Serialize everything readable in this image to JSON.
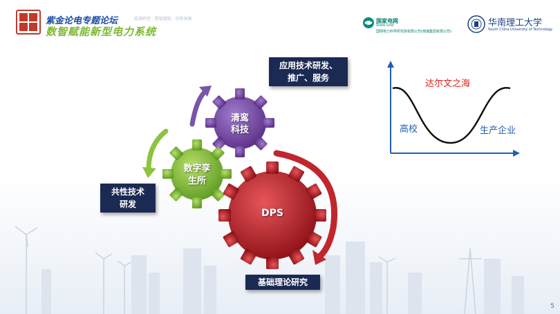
{
  "header": {
    "title_line1": "紫金论电专题论坛",
    "title_line1_sub": "能源转型 · 数智赋能 · 创新发展",
    "title_line2": "数智赋能新型电力系统"
  },
  "logos": {
    "sgcc_name": "国家电网",
    "sgcc_en": "State Grid",
    "sgcc_institute": "国网电力科学研究院有限公司(南瑞集团有限公司)",
    "scut_name": "华南理工大学",
    "scut_en": "South China University of Technology"
  },
  "boxes": {
    "application": {
      "line1": "应用技术研发、",
      "line2": "推广、服务"
    },
    "common": {
      "line1": "共性技术",
      "line2": "研发"
    },
    "basic": "基础理论研究"
  },
  "gears": {
    "qingluan": {
      "line1": "清鸾",
      "line2": "科技",
      "color": "#6b3f9b"
    },
    "digital": {
      "line1": "数字孪",
      "line2": "生所",
      "color": "#7cb63a"
    },
    "dps": {
      "label": "DPS",
      "color": "#c0262d"
    }
  },
  "graph": {
    "title": "达尔文之海",
    "left_label": "高校",
    "right_label": "生产企业",
    "title_color": "#e0201b"
  },
  "page_number": "5"
}
